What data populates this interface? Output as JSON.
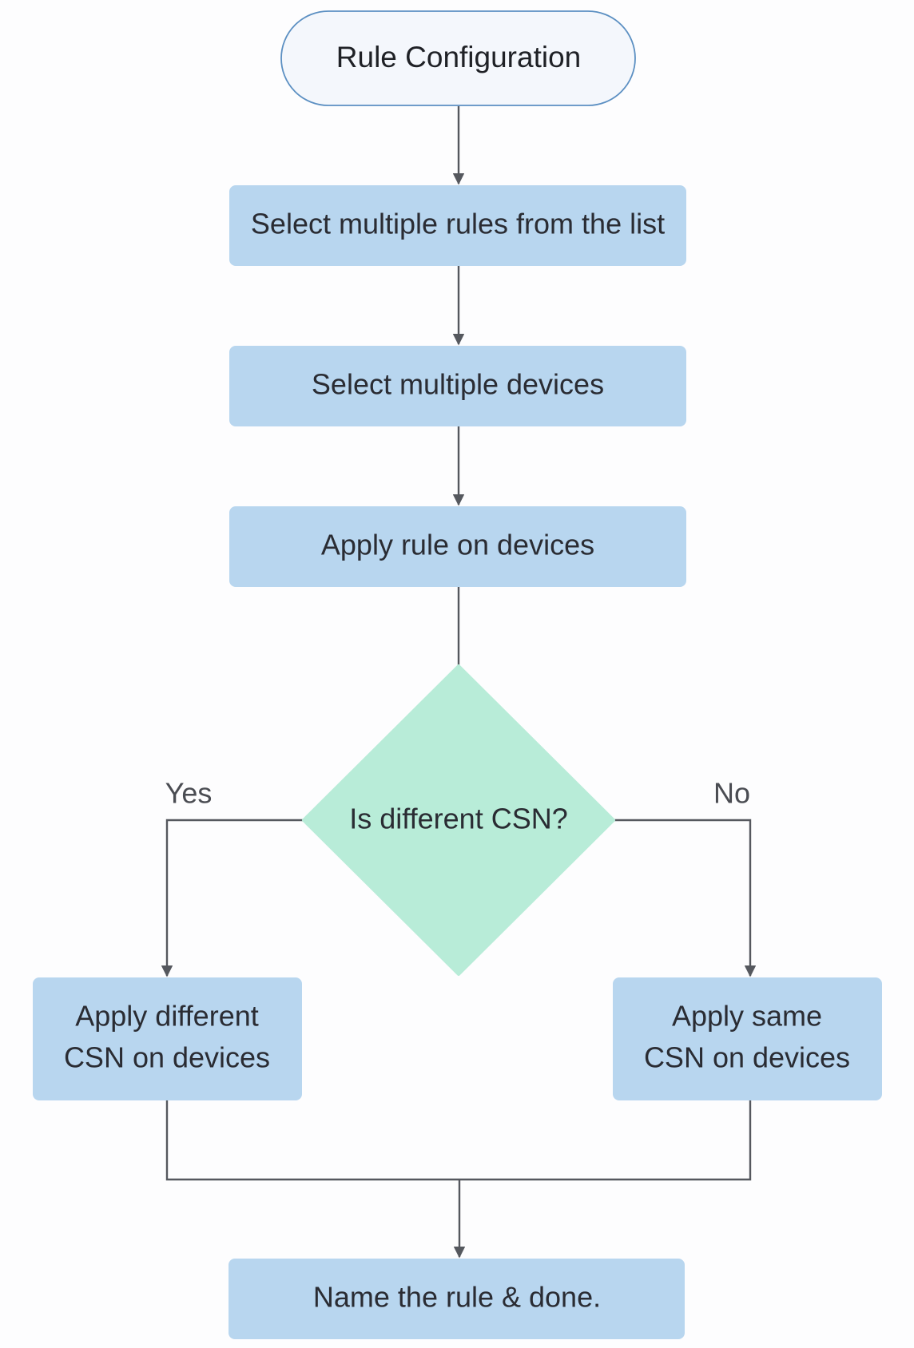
{
  "start": {
    "label": "Rule Configuration"
  },
  "steps": {
    "select_rules": "Select multiple rules from the list",
    "select_devices": "Select multiple devices",
    "apply_rule": "Apply rule on devices"
  },
  "decision": {
    "label": "Is different CSN?"
  },
  "branches": {
    "yes_label": "Yes",
    "no_label": "No",
    "yes_box": {
      "line1": "Apply different",
      "line2": "CSN on devices"
    },
    "no_box": {
      "line1": "Apply same",
      "line2": "CSN on devices"
    }
  },
  "end": {
    "label": "Name the rule & done."
  },
  "colors": {
    "process_fill": "#b8d6ef",
    "decision_fill": "#b8ecd8",
    "start_fill": "#f4f7fc",
    "start_stroke": "#5b8fc2",
    "connector": "#55585e"
  }
}
